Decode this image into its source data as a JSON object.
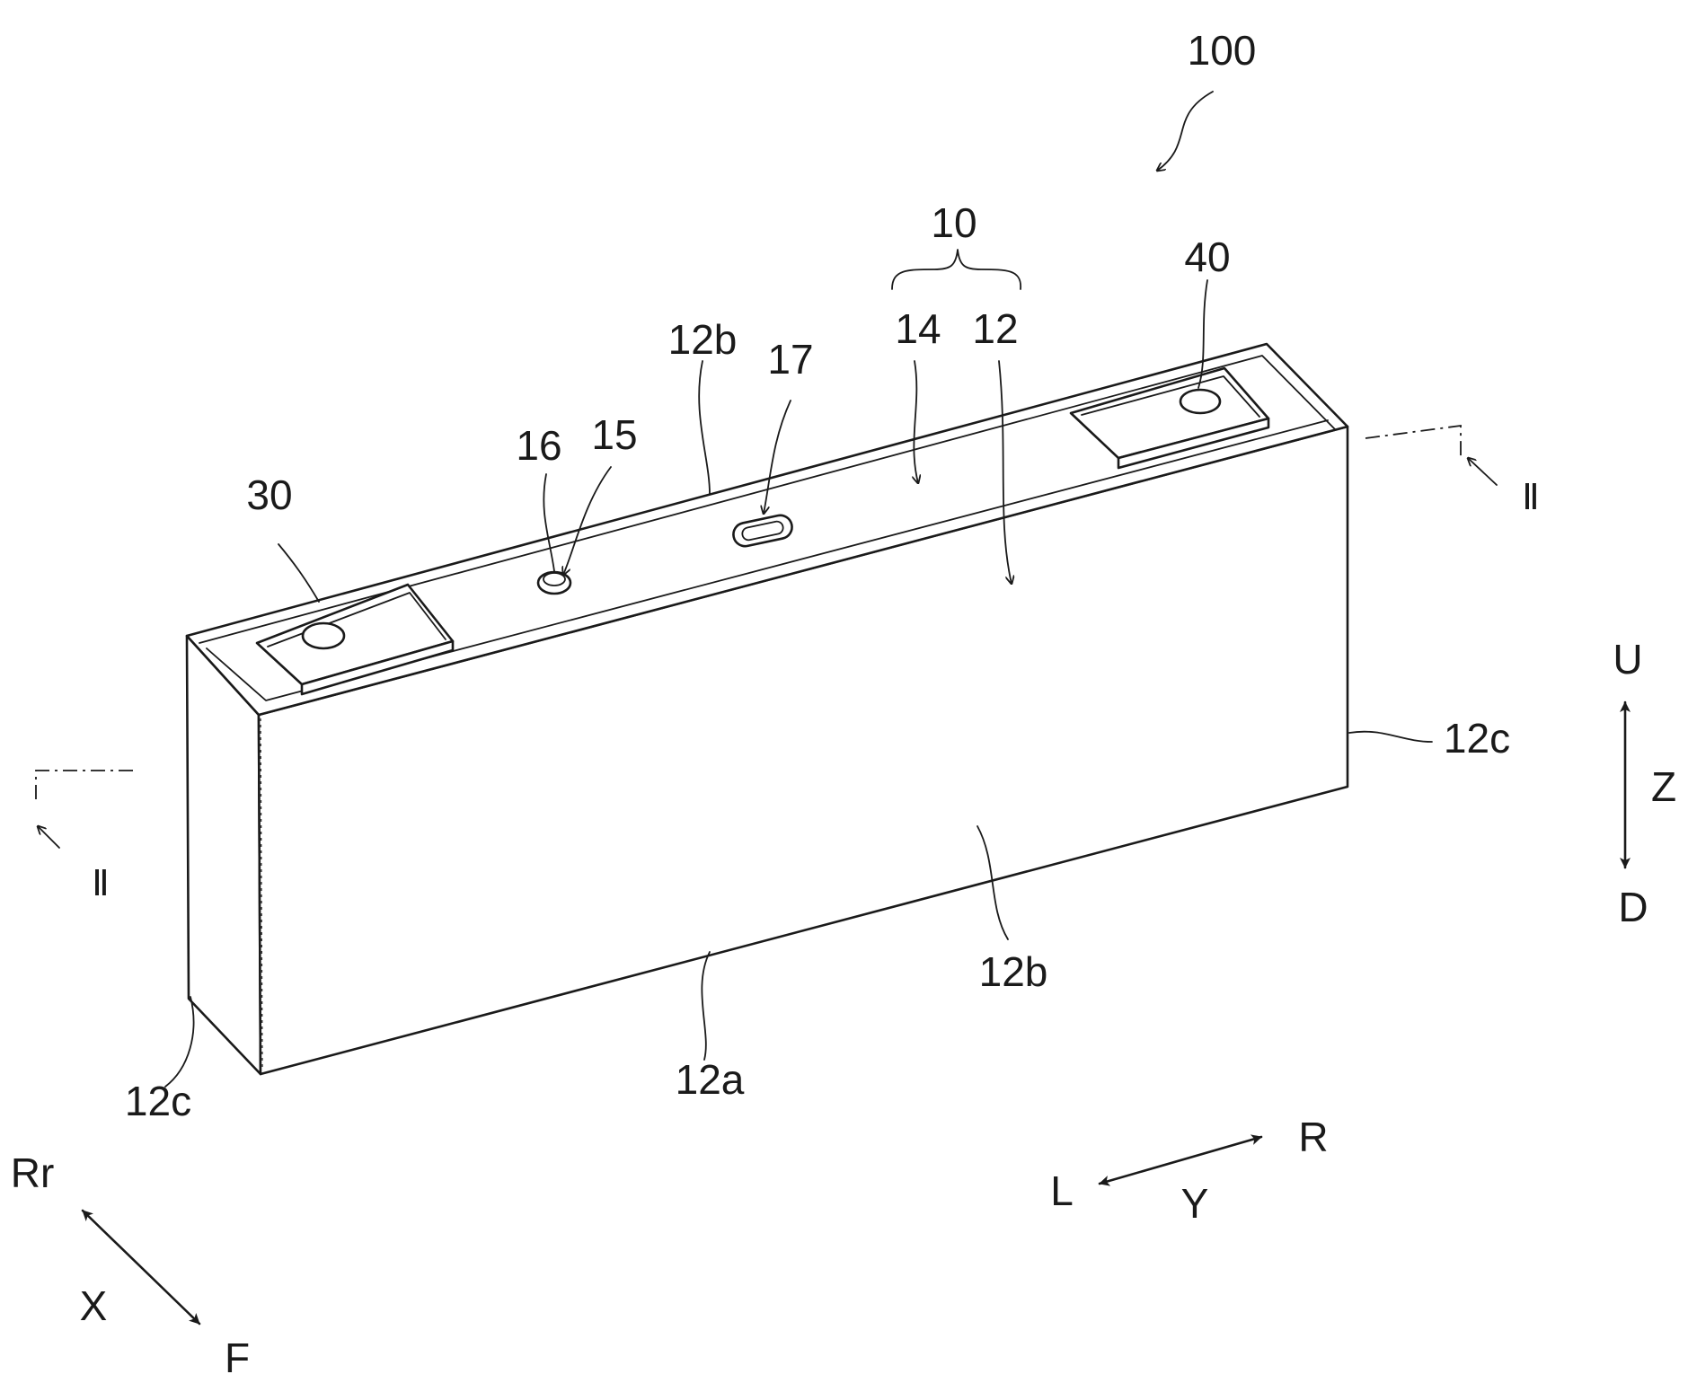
{
  "figure": {
    "labels": {
      "battery": "100",
      "case_assembly": "10",
      "lid": "14",
      "case_body": "12",
      "top_edge": "12b",
      "pour_hole_inner": "16",
      "pour_hole_outer": "15",
      "vent_valve": "17",
      "neg_terminal": "30",
      "pos_terminal": "40",
      "long_wall": "12b",
      "bottom_wall": "12a",
      "short_wall_left": "12c",
      "short_wall_right": "12c"
    },
    "section_marks": {
      "left": "Ⅱ",
      "right": "Ⅱ"
    },
    "axes": {
      "z": {
        "name": "Z",
        "up": "U",
        "down": "D"
      },
      "y": {
        "name": "Y",
        "left": "L",
        "right": "R"
      },
      "x": {
        "name": "X",
        "rear": "Rr",
        "front": "F"
      }
    }
  }
}
